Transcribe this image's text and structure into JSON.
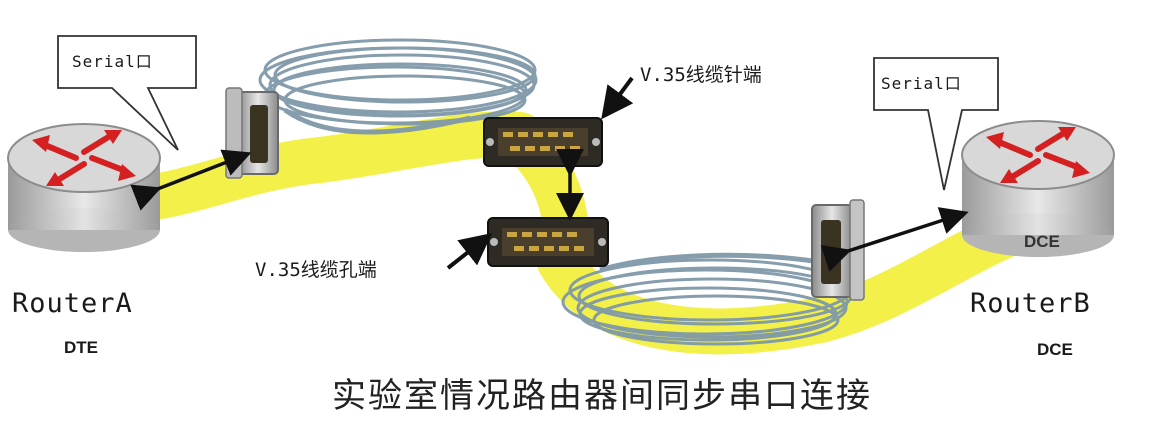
{
  "router_a": {
    "name": "RouterA",
    "role": "DTE",
    "port_callout": "Serial口"
  },
  "router_b": {
    "name": "RouterB",
    "role": "DCE",
    "role_on_icon": "DCE",
    "port_callout": "Serial口"
  },
  "cable": {
    "male_end_label": "V.35线缆针端",
    "female_end_label": "V.35线缆孔端"
  },
  "caption": "实验室情况路由器间同步串口连接",
  "colors": {
    "highlight": "#f2f03a",
    "cable": "#7f98a8",
    "router_top": "#d8d8d8",
    "router_arrow": "#d42020",
    "connector": "#2e2a24",
    "connector_pin": "#c9a640"
  },
  "icons": [
    "router-icon",
    "v35-male-connector",
    "v35-female-connector",
    "db-serial-connector",
    "coiled-cable",
    "double-arrow"
  ]
}
